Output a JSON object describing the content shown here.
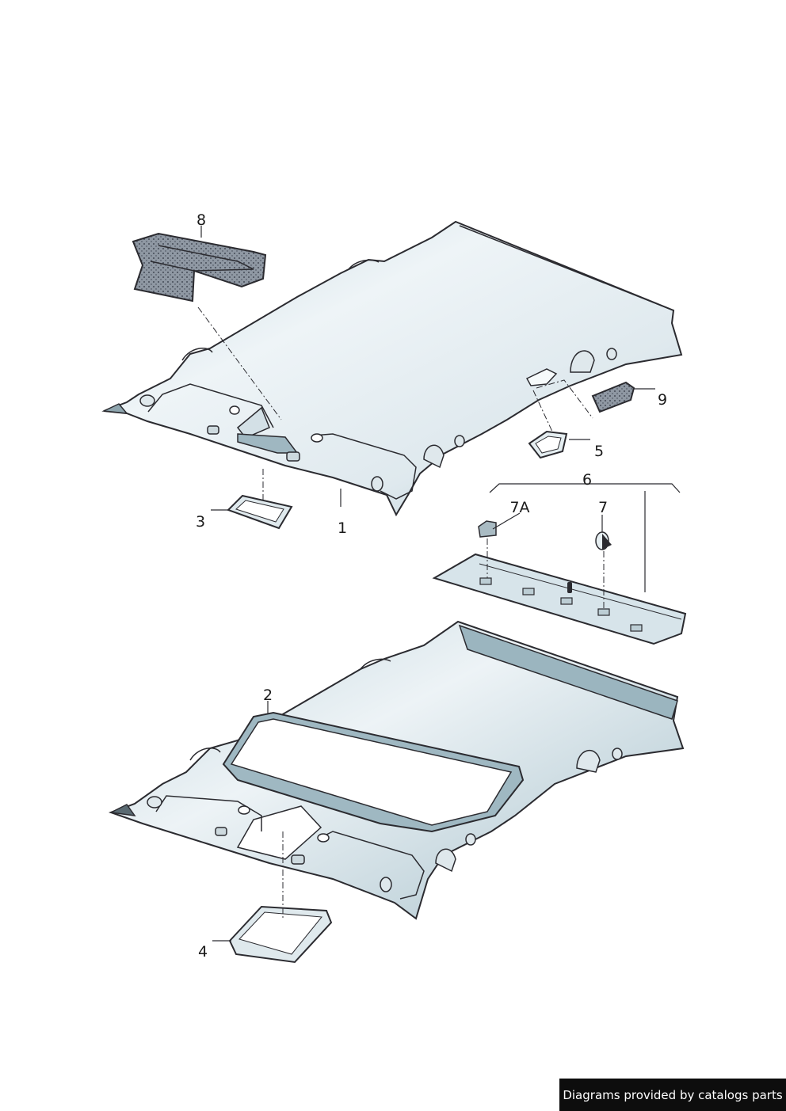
{
  "callouts": {
    "c1": "1",
    "c2": "2",
    "c3": "3",
    "c4": "4",
    "c5": "5",
    "c6": "6",
    "c7": "7",
    "c7a": "7A",
    "c8": "8",
    "c9": "9"
  },
  "footer": {
    "text": "Diagrams provided by catalogs parts"
  },
  "colors": {
    "outline": "#2b2b30",
    "headliner_light": "#eef4f7",
    "headliner_shade": "#b9cfd8",
    "insulation": "#8a929c"
  }
}
